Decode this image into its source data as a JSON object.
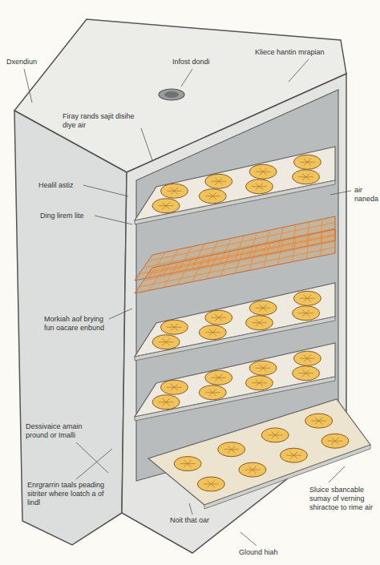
{
  "diagram": {
    "labels": [
      "Dxendiun",
      "Infost dondi",
      "Kliece hantin mrapian",
      "Firay rands sajit disihe diye air",
      "Healil astiz",
      "Ding lirem lite",
      "air naneda",
      "Morkiah aof brying fun oacare enbund",
      "Dessivaice amain pround or Imalli",
      "Enrgrarrin taals peading sitriter where loatch a of lindl",
      "Noit that oar",
      "Sluice sbancable sumay of verning shiractoe to rime air",
      "Glound hiah"
    ]
  }
}
